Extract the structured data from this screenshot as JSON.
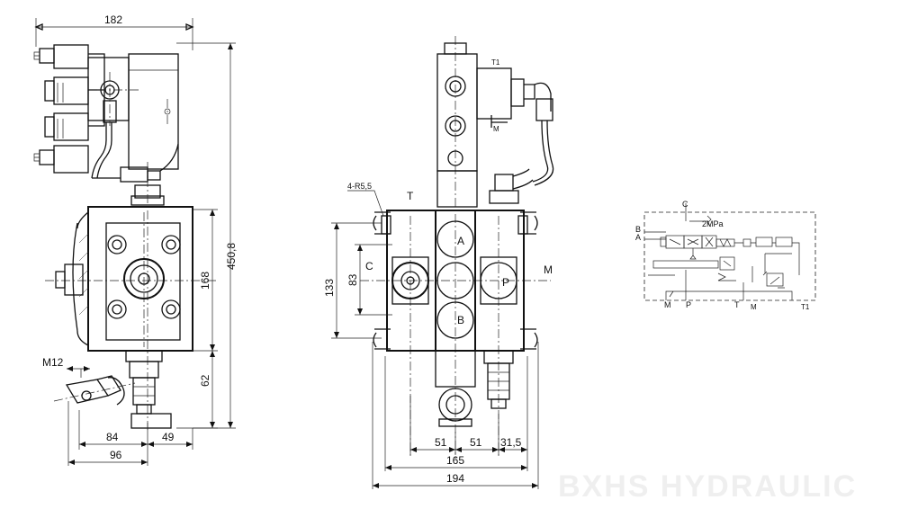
{
  "side_view": {
    "dims": [
      "182",
      "450,8",
      "168",
      "62",
      "M12",
      "84",
      "49",
      "96"
    ]
  },
  "front_view": {
    "labels": [
      "4-R5,5",
      "T",
      "T1",
      "M",
      "A",
      "B",
      "P",
      "C",
      "M"
    ],
    "dims": [
      "133",
      "83",
      "51",
      "51",
      "31,5",
      "165",
      "194"
    ]
  },
  "schematic": {
    "labels": [
      "C",
      "2MPa",
      "B",
      "A",
      "M",
      "P",
      "T",
      "M",
      "T1"
    ]
  },
  "watermark": "BXHS HYDRAULIC"
}
